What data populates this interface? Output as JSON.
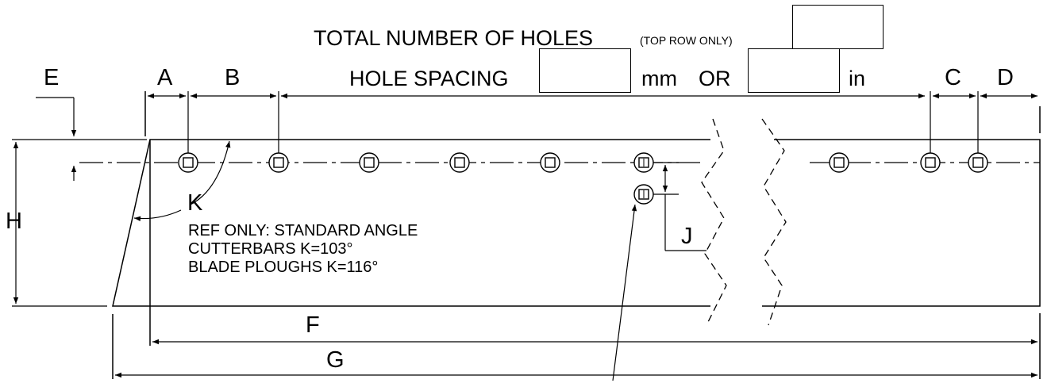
{
  "header": {
    "total_holes_label": "TOTAL NUMBER OF HOLES",
    "total_holes_sub": "(TOP ROW ONLY)",
    "total_holes_value": "",
    "hole_spacing_label": "HOLE SPACING",
    "mm_value": "",
    "mm_unit": "mm",
    "or_label": "OR",
    "in_value": "",
    "in_unit": "in"
  },
  "dimensions": {
    "A": "A",
    "B": "B",
    "C": "C",
    "D": "D",
    "E": "E",
    "F": "F",
    "G": "G",
    "H": "H",
    "J": "J",
    "K": "K"
  },
  "note": {
    "line1": "REF ONLY: STANDARD ANGLE",
    "line2": "CUTTERBARS  K=103°",
    "line3": "BLADE PLOUGHS  K=116°"
  }
}
